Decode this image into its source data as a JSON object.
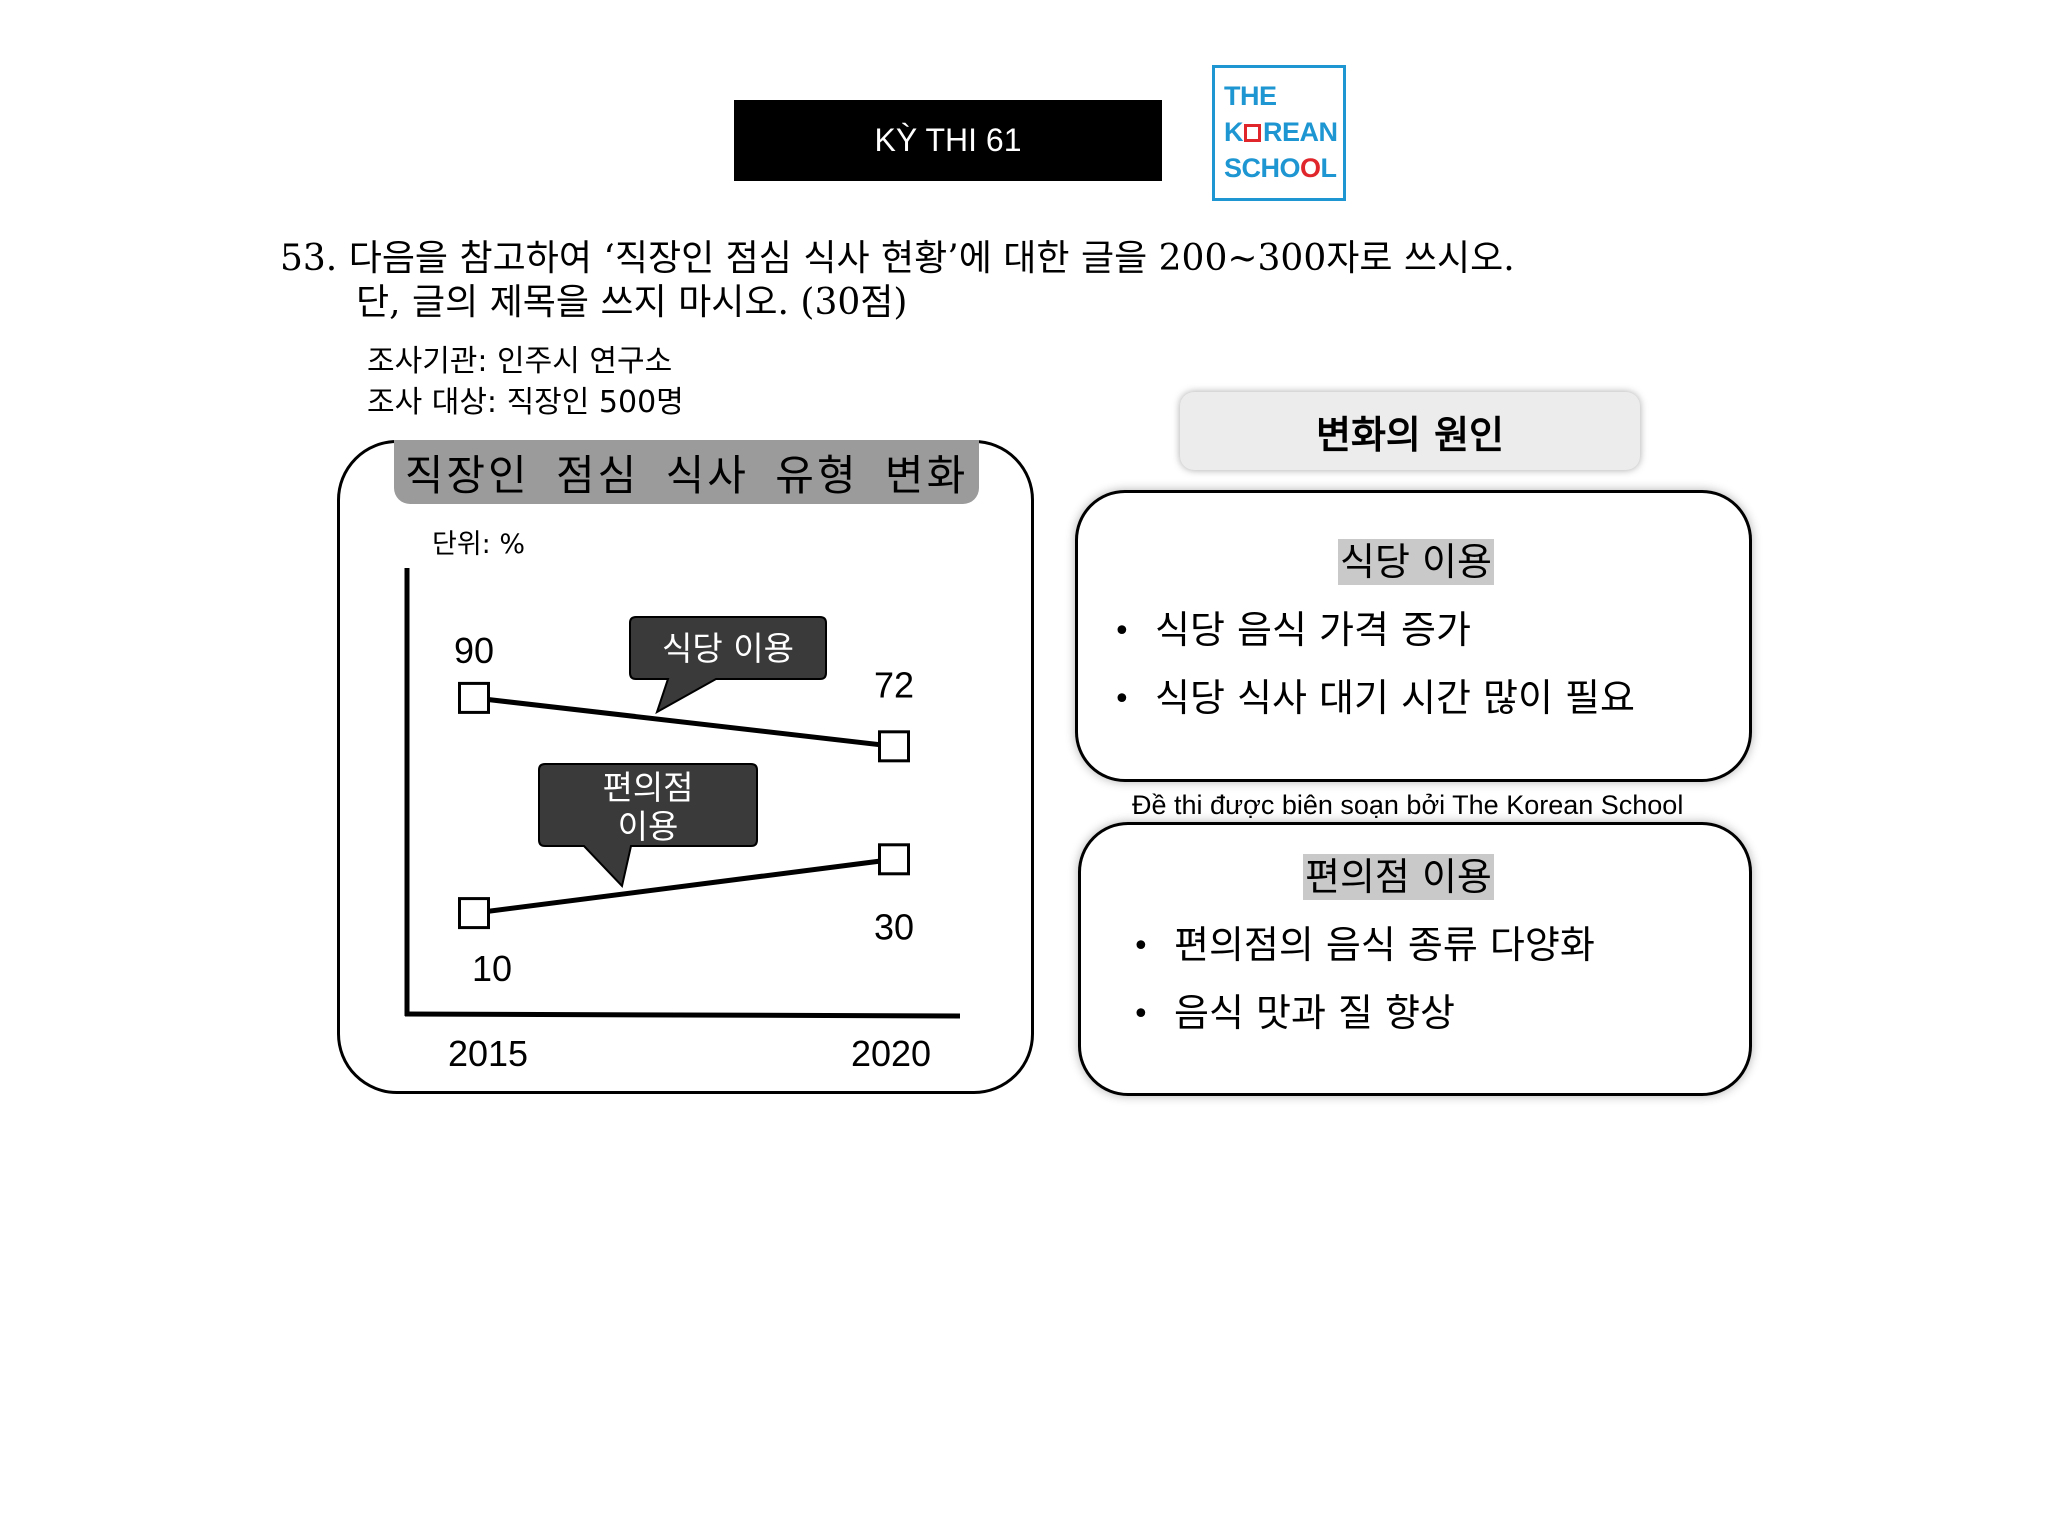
{
  "header": {
    "exam_label": "KỲ THI 61",
    "logo_line1": "THE",
    "logo_line2_left": "K",
    "logo_line2_right": "REAN",
    "logo_line3_left": "SCHO",
    "logo_line3_mid": "O",
    "logo_line3_right": "L",
    "logo_color": "#1e96d2",
    "logo_accent": "#e0262a"
  },
  "question": {
    "line1": "53. 다음을 참고하여 ‘직장인 점심 식사 현황’에 대한 글을 200~300자로 쓰시오.",
    "line2": "단, 글의 제목을 쓰지 마시오. (30점)"
  },
  "survey": {
    "institution": "조사기관: 인주시 연구소",
    "target": "조사 대상: 직장인 500명"
  },
  "chart_data": {
    "type": "line",
    "title": "직장인 점심 식사 유형 변화",
    "unit_label": "단위: %",
    "x": [
      "2015",
      "2020"
    ],
    "series": [
      {
        "name": "식당 이용",
        "values": [
          90,
          72
        ]
      },
      {
        "name": "편의점 이용",
        "values": [
          10,
          30
        ]
      }
    ],
    "value_labels": {
      "r0": "90",
      "r1": "72",
      "c0": "10",
      "c1": "30"
    },
    "callout_restaurant": "식당 이용",
    "callout_convenience_line1": "편의점",
    "callout_convenience_line2": "이용",
    "ylim": [
      0,
      100
    ],
    "grid": false
  },
  "causes": {
    "header": "변화의 원인",
    "restaurant": {
      "title": "식당 이용",
      "items": [
        "식당 음식 가격 증가",
        "식당 식사 대기 시간 많이 필요"
      ]
    },
    "convenience": {
      "title": "편의점 이용",
      "items": [
        "편의점의 음식 종류 다양화",
        "음식 맛과 질 향상"
      ]
    },
    "bullet": "•"
  },
  "credit": "Đề thi được biên soạn bởi The Korean School"
}
